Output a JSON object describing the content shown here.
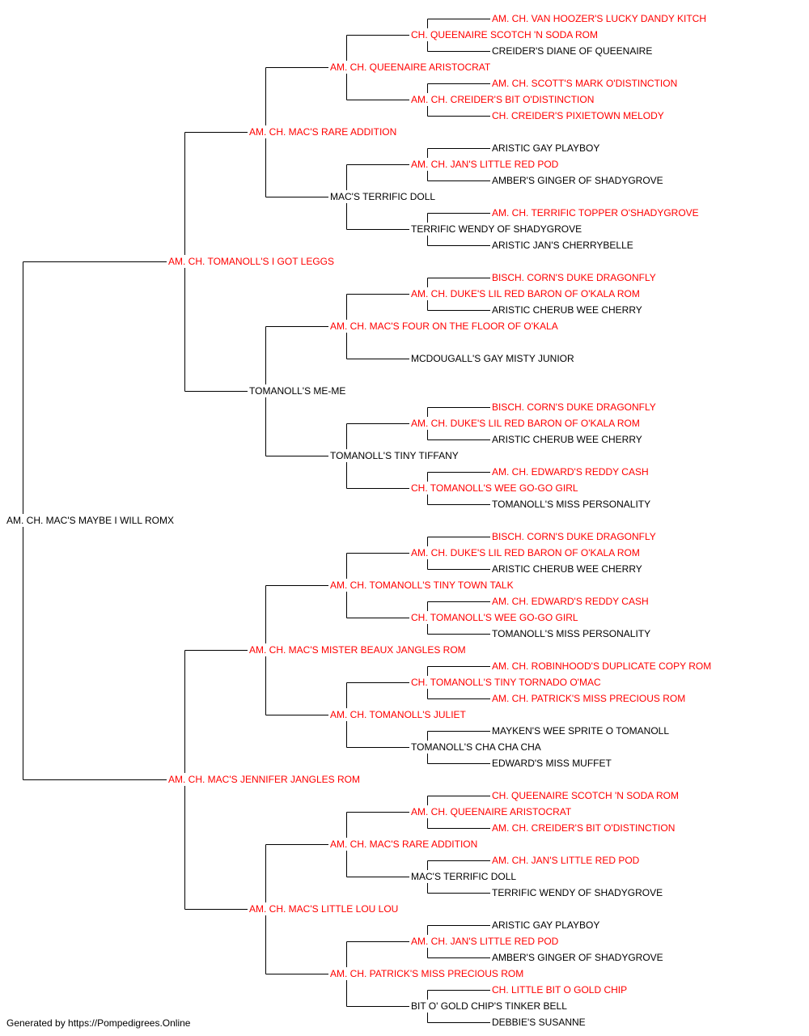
{
  "colors": {
    "titled": "#ff0000",
    "untitled": "#000000",
    "line": "#000000",
    "background": "#ffffff"
  },
  "pedigree": {
    "name": "AM. CH. MAC'S MAYBE I WILL ROMX",
    "titled": false,
    "sire": {
      "name": "AM. CH. TOMANOLL'S I GOT LEGGS",
      "titled": true,
      "sire": {
        "name": "AM. CH. MAC'S RARE ADDITION",
        "titled": true,
        "sire": {
          "name": "AM. CH. QUEENAIRE ARISTOCRAT",
          "titled": true,
          "sire": {
            "name": "CH. QUEENAIRE SCOTCH 'N SODA ROM",
            "titled": true,
            "sire": {
              "name": "AM. CH. VAN HOOZER'S LUCKY DANDY KITCH",
              "titled": true
            },
            "dam": {
              "name": "CREIDER'S DIANE OF QUEENAIRE",
              "titled": false
            }
          },
          "dam": {
            "name": "AM. CH. CREIDER'S BIT O'DISTINCTION",
            "titled": true,
            "sire": {
              "name": "AM. CH. SCOTT'S MARK O'DISTINCTION",
              "titled": true
            },
            "dam": {
              "name": "CH. CREIDER'S PIXIETOWN MELODY",
              "titled": true
            }
          }
        },
        "dam": {
          "name": "MAC'S TERRIFIC DOLL",
          "titled": false,
          "sire": {
            "name": "AM. CH. JAN'S LITTLE RED POD",
            "titled": true,
            "sire": {
              "name": "ARISTIC GAY PLAYBOY",
              "titled": false
            },
            "dam": {
              "name": "AMBER'S GINGER OF SHADYGROVE",
              "titled": false
            }
          },
          "dam": {
            "name": "TERRIFIC WENDY OF SHADYGROVE",
            "titled": false,
            "sire": {
              "name": "AM. CH. TERRIFIC TOPPER O'SHADYGROVE",
              "titled": true
            },
            "dam": {
              "name": "ARISTIC JAN'S CHERRYBELLE",
              "titled": false
            }
          }
        }
      },
      "dam": {
        "name": "TOMANOLL'S ME-ME",
        "titled": false,
        "sire": {
          "name": "AM. CH. MAC'S FOUR ON THE FLOOR OF O'KALA",
          "titled": true,
          "sire": {
            "name": "AM. CH. DUKE'S LIL RED BARON OF O'KALA ROM",
            "titled": true,
            "sire": {
              "name": "BISCH. CORN'S DUKE DRAGONFLY",
              "titled": true
            },
            "dam": {
              "name": "ARISTIC CHERUB WEE CHERRY",
              "titled": false
            }
          },
          "dam": {
            "name": "MCDOUGALL'S GAY MISTY JUNIOR",
            "titled": false
          }
        },
        "dam": {
          "name": "TOMANOLL'S TINY TIFFANY",
          "titled": false,
          "sire": {
            "name": "AM. CH. DUKE'S LIL RED BARON OF O'KALA ROM",
            "titled": true,
            "sire": {
              "name": "BISCH. CORN'S DUKE DRAGONFLY",
              "titled": true
            },
            "dam": {
              "name": "ARISTIC CHERUB WEE CHERRY",
              "titled": false
            }
          },
          "dam": {
            "name": "CH. TOMANOLL'S WEE GO-GO GIRL",
            "titled": true,
            "sire": {
              "name": "AM. CH. EDWARD'S REDDY CASH",
              "titled": true
            },
            "dam": {
              "name": "TOMANOLL'S MISS PERSONALITY",
              "titled": false
            }
          }
        }
      }
    },
    "dam": {
      "name": "AM. CH. MAC'S JENNIFER JANGLES ROM",
      "titled": true,
      "sire": {
        "name": "AM. CH. MAC'S MISTER BEAUX JANGLES ROM",
        "titled": true,
        "sire": {
          "name": "AM. CH. TOMANOLL'S TINY TOWN TALK",
          "titled": true,
          "sire": {
            "name": "AM. CH. DUKE'S LIL RED BARON OF O'KALA ROM",
            "titled": true,
            "sire": {
              "name": "BISCH. CORN'S DUKE DRAGONFLY",
              "titled": true
            },
            "dam": {
              "name": "ARISTIC CHERUB WEE CHERRY",
              "titled": false
            }
          },
          "dam": {
            "name": "CH. TOMANOLL'S WEE GO-GO GIRL",
            "titled": true,
            "sire": {
              "name": "AM. CH. EDWARD'S REDDY CASH",
              "titled": true
            },
            "dam": {
              "name": "TOMANOLL'S MISS PERSONALITY",
              "titled": false
            }
          }
        },
        "dam": {
          "name": "AM. CH. TOMANOLL'S JULIET",
          "titled": true,
          "sire": {
            "name": "CH. TOMANOLL'S TINY TORNADO O'MAC",
            "titled": true,
            "sire": {
              "name": "AM. CH. ROBINHOOD'S DUPLICATE COPY ROM",
              "titled": true
            },
            "dam": {
              "name": "AM. CH. PATRICK'S MISS PRECIOUS ROM",
              "titled": true
            }
          },
          "dam": {
            "name": "TOMANOLL'S CHA CHA CHA",
            "titled": false,
            "sire": {
              "name": "MAYKEN'S WEE SPRITE O TOMANOLL",
              "titled": false
            },
            "dam": {
              "name": "EDWARD'S MISS MUFFET",
              "titled": false
            }
          }
        }
      },
      "dam": {
        "name": "AM. CH. MAC'S LITTLE LOU LOU",
        "titled": true,
        "sire": {
          "name": "AM. CH. MAC'S RARE ADDITION",
          "titled": true,
          "sire": {
            "name": "AM. CH. QUEENAIRE ARISTOCRAT",
            "titled": true,
            "sire": {
              "name": "CH. QUEENAIRE SCOTCH 'N SODA ROM",
              "titled": true
            },
            "dam": {
              "name": "AM. CH. CREIDER'S BIT O'DISTINCTION",
              "titled": true
            }
          },
          "dam": {
            "name": "MAC'S TERRIFIC DOLL",
            "titled": false,
            "sire": {
              "name": "AM. CH. JAN'S LITTLE RED POD",
              "titled": true
            },
            "dam": {
              "name": "TERRIFIC WENDY OF SHADYGROVE",
              "titled": false
            }
          }
        },
        "dam": {
          "name": "AM. CH. PATRICK'S MISS PRECIOUS ROM",
          "titled": true,
          "sire": {
            "name": "AM. CH. JAN'S LITTLE RED POD",
            "titled": true,
            "sire": {
              "name": "ARISTIC GAY PLAYBOY",
              "titled": false
            },
            "dam": {
              "name": "AMBER'S GINGER OF SHADYGROVE",
              "titled": false
            }
          },
          "dam": {
            "name": "BIT O' GOLD CHIP'S TINKER BELL",
            "titled": false,
            "sire": {
              "name": "CH. LITTLE BIT O GOLD CHIP",
              "titled": true
            },
            "dam": {
              "name": "DEBBIE'S SUSANNE",
              "titled": false
            }
          }
        }
      }
    }
  },
  "footer": {
    "text": "Generated by https://Pompedigrees.Online"
  }
}
